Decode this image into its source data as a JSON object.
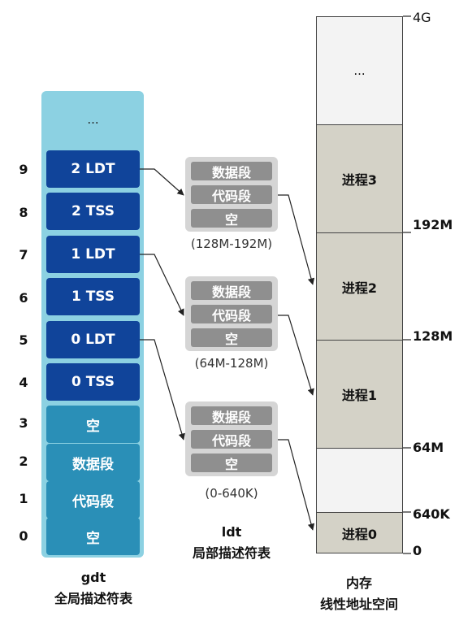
{
  "gdt": {
    "ellipsis": "...",
    "entries": [
      {
        "index": "9",
        "label": "2 LDT"
      },
      {
        "index": "8",
        "label": "2 TSS"
      },
      {
        "index": "7",
        "label": "1 LDT"
      },
      {
        "index": "6",
        "label": "1 TSS"
      },
      {
        "index": "5",
        "label": "0 LDT"
      },
      {
        "index": "4",
        "label": "0 TSS"
      },
      {
        "index": "3",
        "label": "空"
      },
      {
        "index": "2",
        "label": "数据段"
      },
      {
        "index": "1",
        "label": "代码段"
      },
      {
        "index": "0",
        "label": "空"
      }
    ],
    "caption_line1": "gdt",
    "caption_line2": "全局描述符表"
  },
  "ldt": {
    "tables": [
      {
        "rows": [
          "数据段",
          "代码段",
          "空"
        ],
        "range": "(128M-192M)"
      },
      {
        "rows": [
          "数据段",
          "代码段",
          "空"
        ],
        "range": "(64M-128M)"
      },
      {
        "rows": [
          "数据段",
          "代码段",
          "空"
        ],
        "range": "(0-640K)"
      }
    ],
    "caption_line1": "ldt",
    "caption_line2": "局部描述符表"
  },
  "memory": {
    "top_ellipsis": "...",
    "segments": [
      "进程3",
      "进程2",
      "进程1",
      "进程0"
    ],
    "labels": [
      "4G",
      "192M",
      "128M",
      "64M",
      "640K",
      "0"
    ],
    "caption_line1": "内存",
    "caption_line2": "线性地址空间"
  },
  "colors": {
    "gdt_background": "#8cd1e2",
    "descriptor_dark": "#10449a",
    "descriptor_teal": "#2a8fb7",
    "ldt_background": "#d5d5d5",
    "ldt_row": "#8f8f8f",
    "process_segment": "#d4d2c7"
  }
}
